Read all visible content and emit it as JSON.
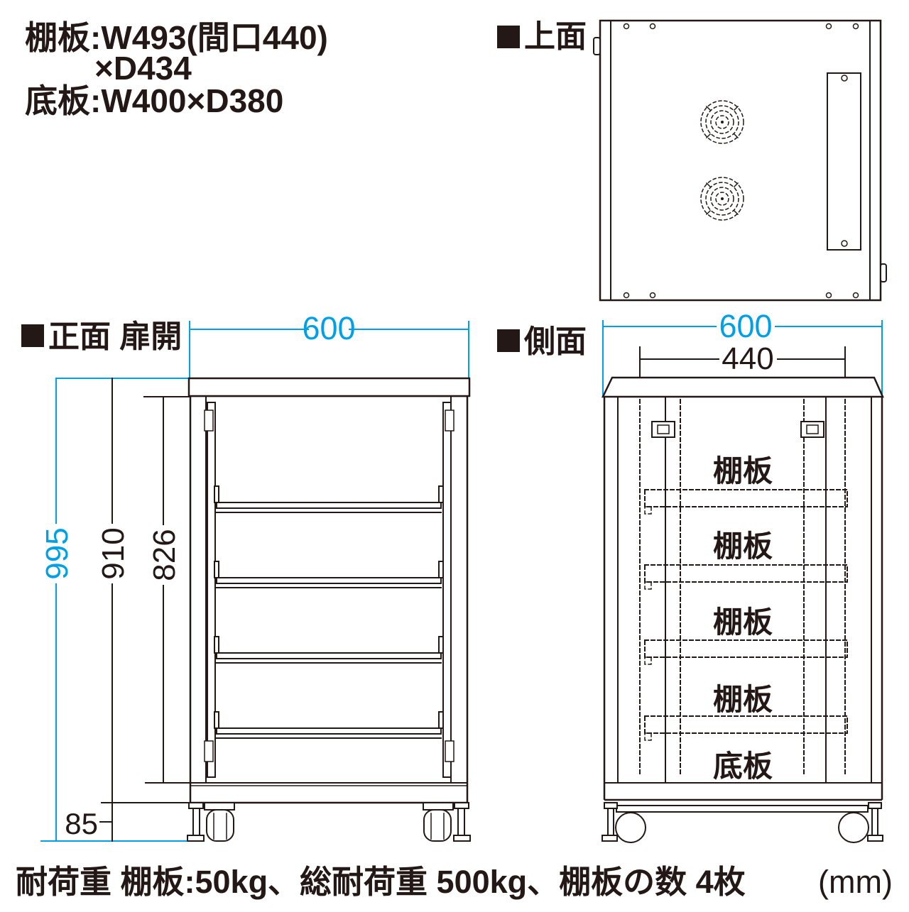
{
  "colors": {
    "accent": "#00a0e6",
    "ink": "#231815"
  },
  "header": {
    "shelf_spec_line1": "棚板:W493(間口440)",
    "shelf_spec_line2": "×D434",
    "bottom_spec": "底板:W400×D380"
  },
  "top_view": {
    "label": "上面"
  },
  "front_view": {
    "label": "正面 扉開",
    "width_mm": "600",
    "total_height_mm": "995",
    "body_height_mm": "910",
    "inner_height_mm": "826",
    "caster_height_mm": "85"
  },
  "side_view": {
    "label": "側面",
    "depth_mm": "600",
    "inner_depth_mm": "440",
    "shelves": [
      "棚板",
      "棚板",
      "棚板",
      "棚板"
    ],
    "bottom_plate": "底板"
  },
  "footer": {
    "load_note": "耐荷重 棚板:50kg、総耐荷重 500kg、棚板の数 4枚",
    "unit": "(mm)"
  }
}
